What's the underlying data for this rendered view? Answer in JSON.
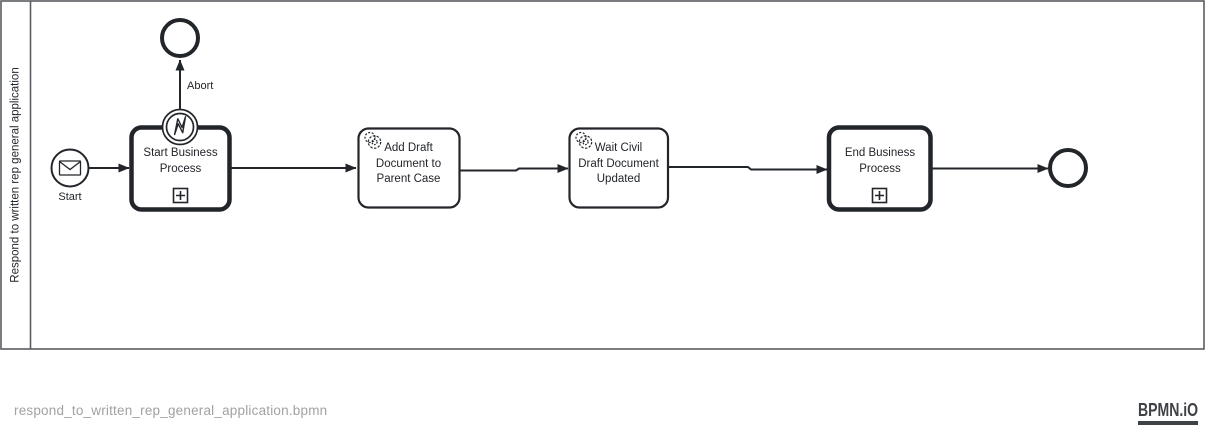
{
  "pool": {
    "label": "Respond to written rep general application"
  },
  "process": {
    "start_event": {
      "label": "Start",
      "type": "message-start-event"
    },
    "task_start_business": {
      "label": "Start Business\nProcess",
      "type": "call-activity",
      "marker": "subprocess-plus"
    },
    "boundary_event": {
      "type": "error-boundary-event"
    },
    "abort_end_event": {
      "label": "Abort",
      "type": "end-event"
    },
    "task_add_draft": {
      "label": "Add Draft\nDocument to\nParent Case",
      "type": "service-task"
    },
    "task_wait_civil": {
      "label": "Wait Civil\nDraft Document\nUpdated",
      "type": "service-task"
    },
    "task_end_business": {
      "label": "End Business\nProcess",
      "type": "call-activity",
      "marker": "subprocess-plus"
    },
    "end_event": {
      "type": "end-event"
    }
  },
  "icons": {
    "start_event": "envelope-message-icon",
    "boundary_event": "error-lightning-icon",
    "service_task": "gear-sketch-icon",
    "subprocess_marker": "plus-box-icon"
  },
  "footer": {
    "filename": "respond_to_written_rep_general_application.bpmn",
    "logo": "BPMN.iO"
  },
  "colors": {
    "element_stroke": "#22252a",
    "pool_stroke": "#5a5d61",
    "fill": "#ffffff",
    "footer_text": "#a2a2a4",
    "logo": "#3e4247"
  }
}
